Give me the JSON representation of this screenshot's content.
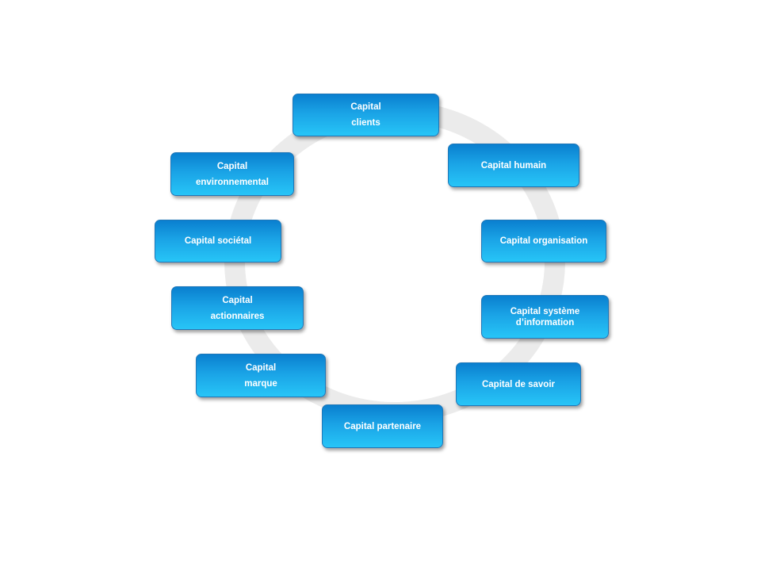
{
  "diagram": {
    "colors": {
      "ring": "#ebebeb",
      "node_top": "#0a7fcf",
      "node_bottom": "#27c5f7",
      "node_text": "#ffffff"
    },
    "nodes": [
      {
        "id": "clients",
        "lines": [
          "Capital",
          "clients"
        ]
      },
      {
        "id": "humain",
        "lines": [
          "Capital  humain"
        ]
      },
      {
        "id": "organisation",
        "lines": [
          "Capital  organisation"
        ]
      },
      {
        "id": "systeme-information",
        "lines": [
          "Capital  système",
          "d’information"
        ]
      },
      {
        "id": "savoir",
        "lines": [
          "Capital  de savoir"
        ]
      },
      {
        "id": "partenaire",
        "lines": [
          "Capital  partenaire"
        ]
      },
      {
        "id": "marque",
        "lines": [
          "Capital",
          "marque"
        ]
      },
      {
        "id": "actionnaires",
        "lines": [
          "Capital",
          "actionnaires"
        ]
      },
      {
        "id": "societal",
        "lines": [
          "Capital  sociétal"
        ]
      },
      {
        "id": "environnemental",
        "lines": [
          "Capital",
          "environnemental"
        ]
      }
    ]
  }
}
